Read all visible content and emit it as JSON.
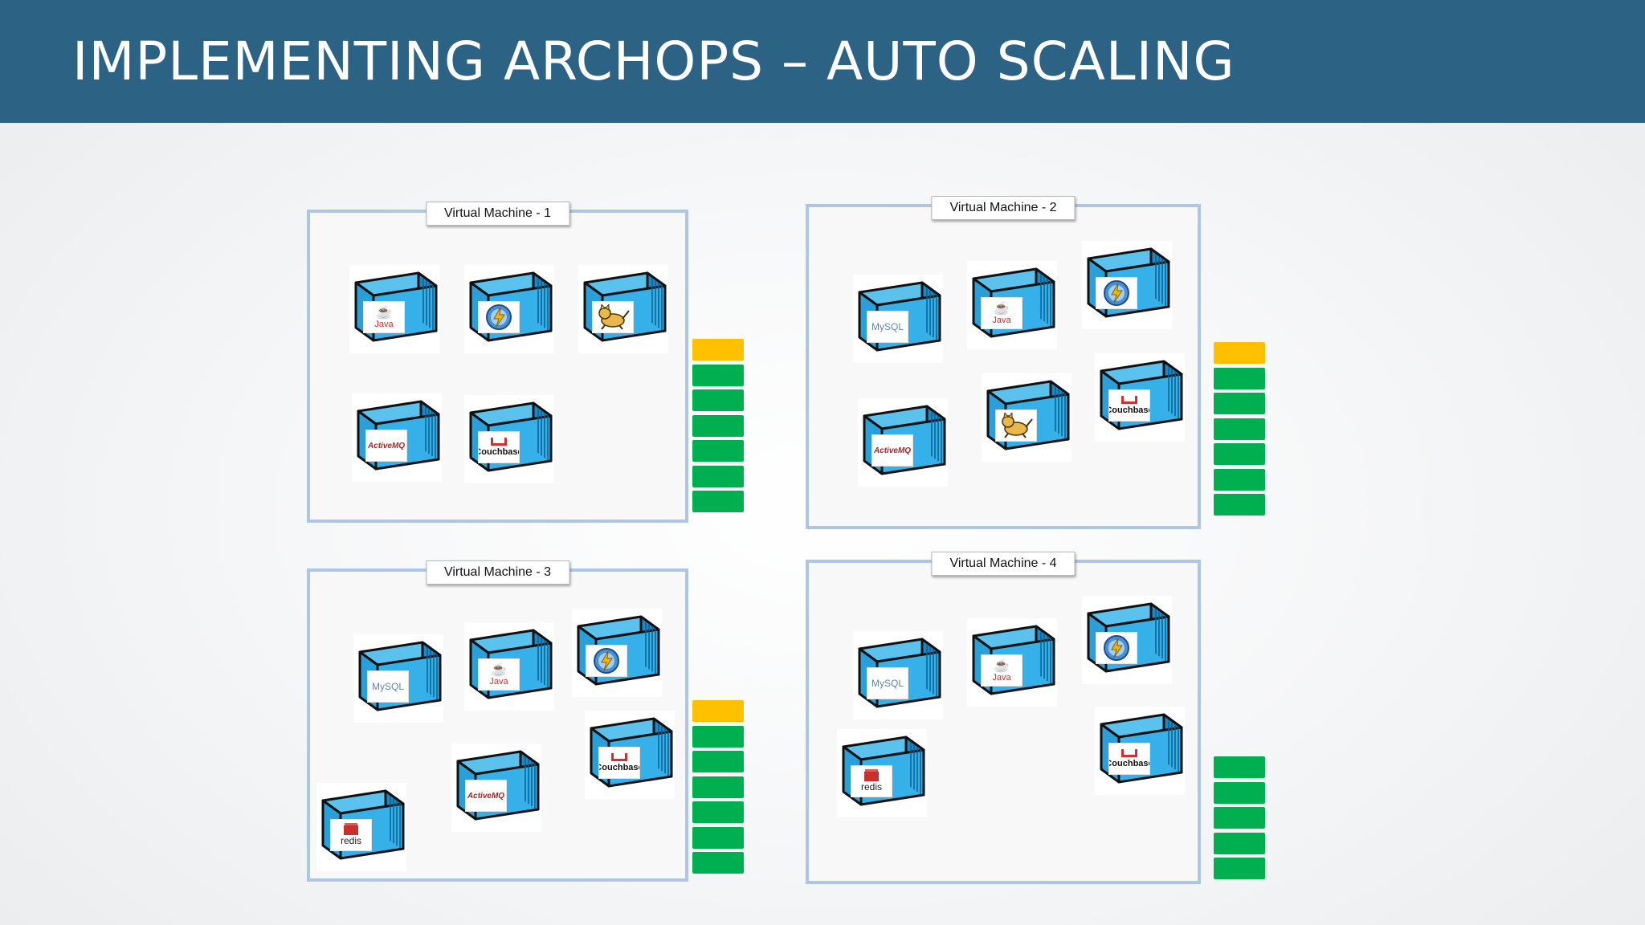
{
  "title": "IMPLEMENTING ARCHOPS – AUTO SCALING",
  "colors": {
    "header": "#2c6283",
    "vm_border": "#aec6e6",
    "cube": "#2fa8e3",
    "slot_used": "#ffc000",
    "slot_free": "#00b050"
  },
  "vms": [
    {
      "label": "Virtual Machine - 1",
      "components": [
        {
          "kind": "java",
          "text": "Java"
        },
        {
          "kind": "nginx-icon",
          "text": ""
        },
        {
          "kind": "tomcat-icon",
          "text": ""
        },
        {
          "kind": "amq",
          "text": "ActiveMQ"
        },
        {
          "kind": "cb",
          "text": "Couchbase"
        }
      ],
      "slots": [
        "yellow",
        "green",
        "green",
        "green",
        "green",
        "green",
        "green"
      ]
    },
    {
      "label": "Virtual Machine - 2",
      "components": [
        {
          "kind": "mysql",
          "text": "MySQL"
        },
        {
          "kind": "java",
          "text": "Java"
        },
        {
          "kind": "nginx-icon",
          "text": ""
        },
        {
          "kind": "amq",
          "text": "ActiveMQ"
        },
        {
          "kind": "tomcat-icon",
          "text": ""
        },
        {
          "kind": "cb",
          "text": "Couchbase"
        }
      ],
      "slots": [
        "yellow",
        "green",
        "green",
        "green",
        "green",
        "green",
        "green"
      ]
    },
    {
      "label": "Virtual Machine - 3",
      "components": [
        {
          "kind": "mysql",
          "text": "MySQL"
        },
        {
          "kind": "java",
          "text": "Java"
        },
        {
          "kind": "nginx-icon",
          "text": ""
        },
        {
          "kind": "cb",
          "text": "Couchbase"
        },
        {
          "kind": "amq",
          "text": "ActiveMQ"
        },
        {
          "kind": "redis",
          "text": "redis"
        }
      ],
      "slots": [
        "yellow",
        "green",
        "green",
        "green",
        "green",
        "green",
        "green"
      ]
    },
    {
      "label": "Virtual Machine - 4",
      "components": [
        {
          "kind": "mysql",
          "text": "MySQL"
        },
        {
          "kind": "java",
          "text": "Java"
        },
        {
          "kind": "nginx-icon",
          "text": ""
        },
        {
          "kind": "redis",
          "text": "redis"
        },
        {
          "kind": "cb",
          "text": "Couchbase"
        }
      ],
      "slots": [
        "green",
        "green",
        "green",
        "green",
        "green"
      ]
    }
  ]
}
